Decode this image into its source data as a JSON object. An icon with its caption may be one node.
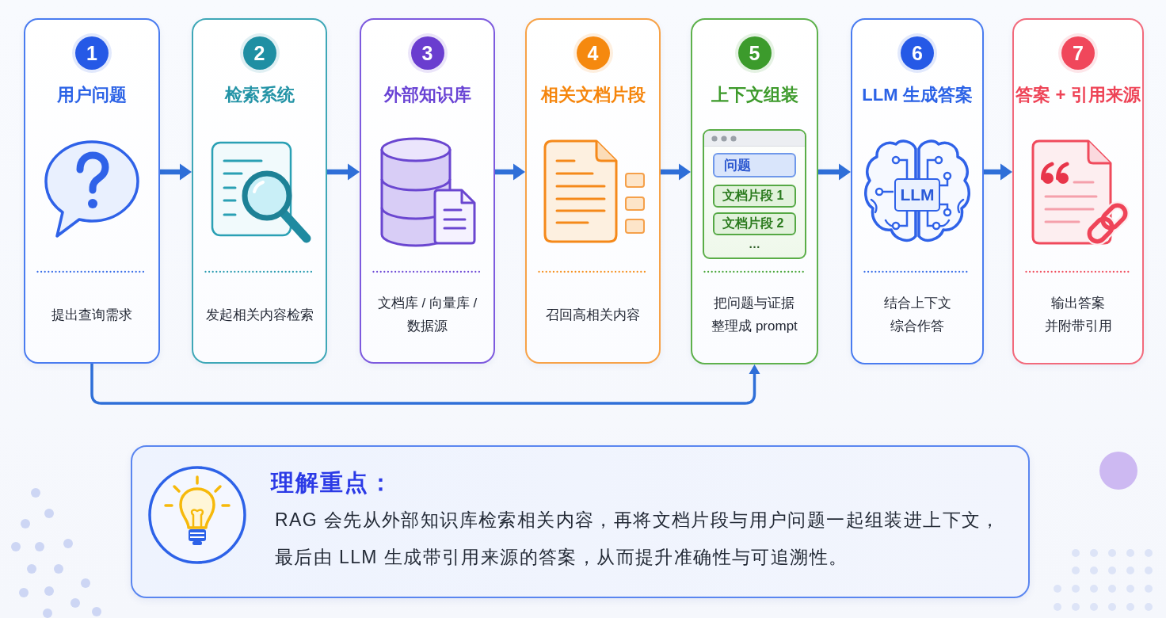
{
  "diagram": {
    "nodes": [
      {
        "text": [
          "用户问题",
          "提出查询需求"
        ]
      },
      {
        "text": [
          "1"
        ],
        "in": 0
      },
      {
        "text": [
          "检索系统",
          "发起相关内容检索"
        ]
      },
      {
        "text": [
          "2"
        ],
        "in": 2
      },
      {
        "text": [
          "外部知识库",
          "文档库 / 向量库 / 数据源"
        ]
      },
      {
        "text": [
          "3"
        ],
        "in": 4
      },
      {
        "text": [
          "相关文档片段",
          "召回高相关内容"
        ]
      },
      {
        "text": [
          "4"
        ],
        "in": 6
      },
      {
        "text": [
          "上下文组装",
          "把问题与证据整理成 prompt"
        ]
      },
      {
        "text": [
          "5"
        ],
        "in": 8
      },
      {
        "text": [
          "…"
        ],
        "in": 8
      },
      {
        "text": [
          "问题"
        ],
        "in": 10
      },
      {
        "text": [
          "文档片段 1"
        ],
        "in": 10
      },
      {
        "text": [
          "文档片段 2"
        ],
        "in": 10
      },
      {
        "text": [
          "LLM 生成答案",
          "结合上下文综合作答"
        ]
      },
      {
        "text": [
          "6"
        ],
        "in": 14
      },
      {
        "text": [
          "LLM"
        ],
        "in": 14
      },
      {
        "text": [
          "答案 + 引用来源",
          "输出答案并附带引用"
        ]
      },
      {
        "text": [
          "7"
        ],
        "in": 17
      },
      {
        "text": [
          "理解重点：",
          "RAG 会先从外部知识库检索相关内容，再将文档片段与用户问题一起组装进上下文，最后由 LLM 生成带引用来源的答案，从而提升准确性与可追溯性。"
        ]
      }
    ],
    "edges": [
      {
        "from": 0,
        "to": 2,
        "arrow": "to"
      },
      {
        "from": 2,
        "to": 4,
        "arrow": "to"
      },
      {
        "from": 4,
        "to": 6,
        "arrow": "to"
      },
      {
        "from": 6,
        "to": 8,
        "arrow": "to"
      },
      {
        "from": 8,
        "to": 14,
        "arrow": "to"
      },
      {
        "from": 14,
        "to": 17,
        "arrow": "to"
      },
      {
        "from": 0,
        "to": 8,
        "arrow": "to"
      }
    ]
  }
}
